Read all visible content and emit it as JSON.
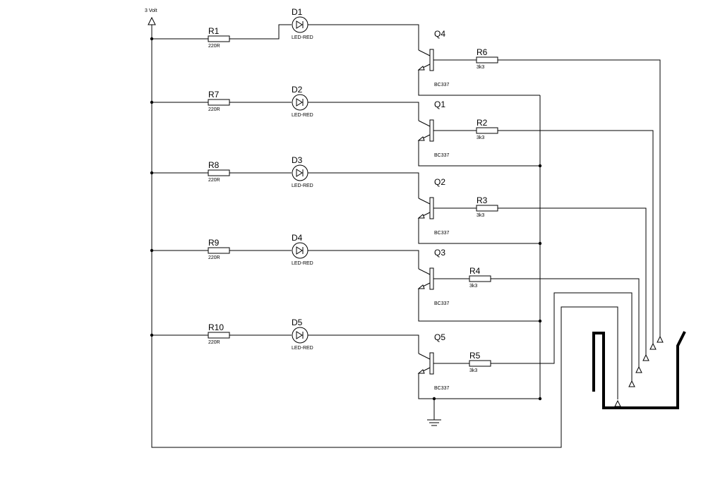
{
  "supply": {
    "label": "3 Volt"
  },
  "rows": [
    {
      "resistor": {
        "name": "R1",
        "value": "220R"
      },
      "led": {
        "name": "D1",
        "value": "LED-RED"
      },
      "transistor": {
        "name": "Q4",
        "value": "BC337"
      },
      "base_resistor": {
        "name": "R6",
        "value": "3k3"
      }
    },
    {
      "resistor": {
        "name": "R7",
        "value": "220R"
      },
      "led": {
        "name": "D2",
        "value": "LED-RED"
      },
      "transistor": {
        "name": "Q1",
        "value": "BC337"
      },
      "base_resistor": {
        "name": "R2",
        "value": "3k3"
      }
    },
    {
      "resistor": {
        "name": "R8",
        "value": "220R"
      },
      "led": {
        "name": "D3",
        "value": "LED-RED"
      },
      "transistor": {
        "name": "Q2",
        "value": "BC337"
      },
      "base_resistor": {
        "name": "R3",
        "value": "3k3"
      }
    },
    {
      "resistor": {
        "name": "R9",
        "value": "220R"
      },
      "led": {
        "name": "D4",
        "value": "LED-RED"
      },
      "transistor": {
        "name": "Q3",
        "value": "BC337"
      },
      "base_resistor": {
        "name": "R4",
        "value": "3k3"
      }
    },
    {
      "resistor": {
        "name": "R10",
        "value": "220R"
      },
      "led": {
        "name": "D5",
        "value": "LED-RED"
      },
      "transistor": {
        "name": "Q5",
        "value": "BC337"
      },
      "base_resistor": {
        "name": "R5",
        "value": "3k3"
      }
    }
  ]
}
